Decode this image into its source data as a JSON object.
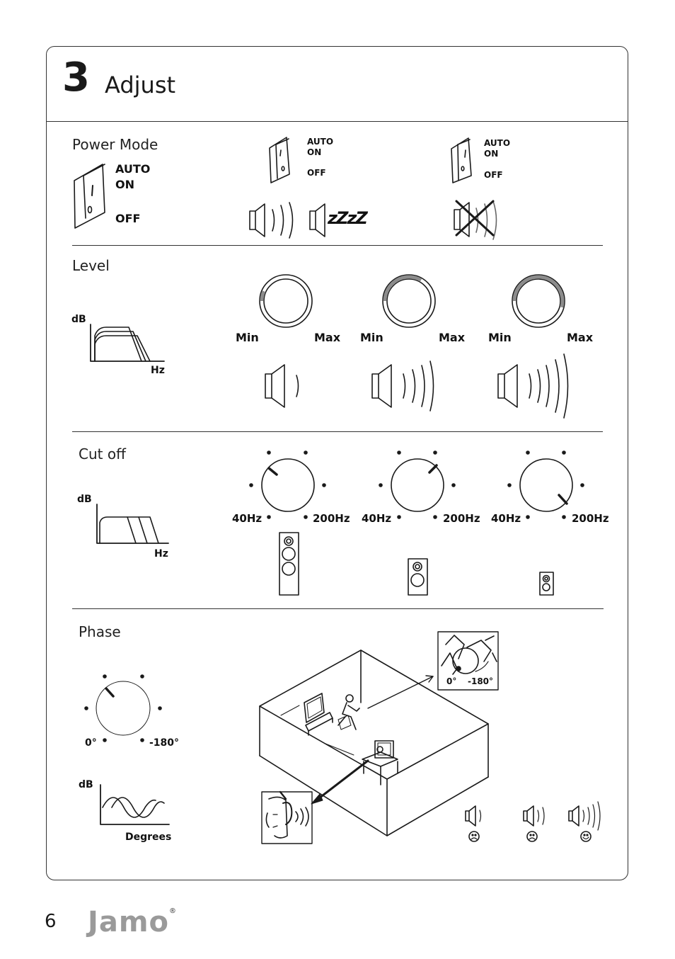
{
  "step": {
    "number": "3",
    "title": "Adjust"
  },
  "power_mode": {
    "heading": "Power Mode",
    "labels": {
      "auto_on": [
        "AUTO",
        "ON"
      ],
      "off": "OFF"
    },
    "sleep_text": "zZzZ"
  },
  "level": {
    "heading": "Level",
    "graph": {
      "y": "dB",
      "x": "Hz"
    },
    "knobs": [
      {
        "min": "Min",
        "max": "Max",
        "arc_fraction": 0.08
      },
      {
        "min": "Min",
        "max": "Max",
        "arc_fraction": 0.4
      },
      {
        "min": "Min",
        "max": "Max",
        "arc_fraction": 0.65
      }
    ]
  },
  "cut_off": {
    "heading": "Cut off",
    "graph": {
      "y": "dB",
      "x": "Hz"
    },
    "knobs": [
      {
        "low": "40Hz",
        "high": "200Hz"
      },
      {
        "low": "40Hz",
        "high": "200Hz"
      },
      {
        "low": "40Hz",
        "high": "200Hz"
      }
    ]
  },
  "phase": {
    "heading": "Phase",
    "knob": {
      "low": "0°",
      "high": "-180°"
    },
    "graph": {
      "y": "dB",
      "x": "Degrees"
    },
    "inset": {
      "low": "0°",
      "high": "-180°"
    }
  },
  "footer": {
    "page_number": "6",
    "logo": "Jamo"
  },
  "colors": {
    "ink": "#1a1a1a",
    "knob_arc": "#8c8c8c",
    "logo": "#9a9a9a"
  }
}
